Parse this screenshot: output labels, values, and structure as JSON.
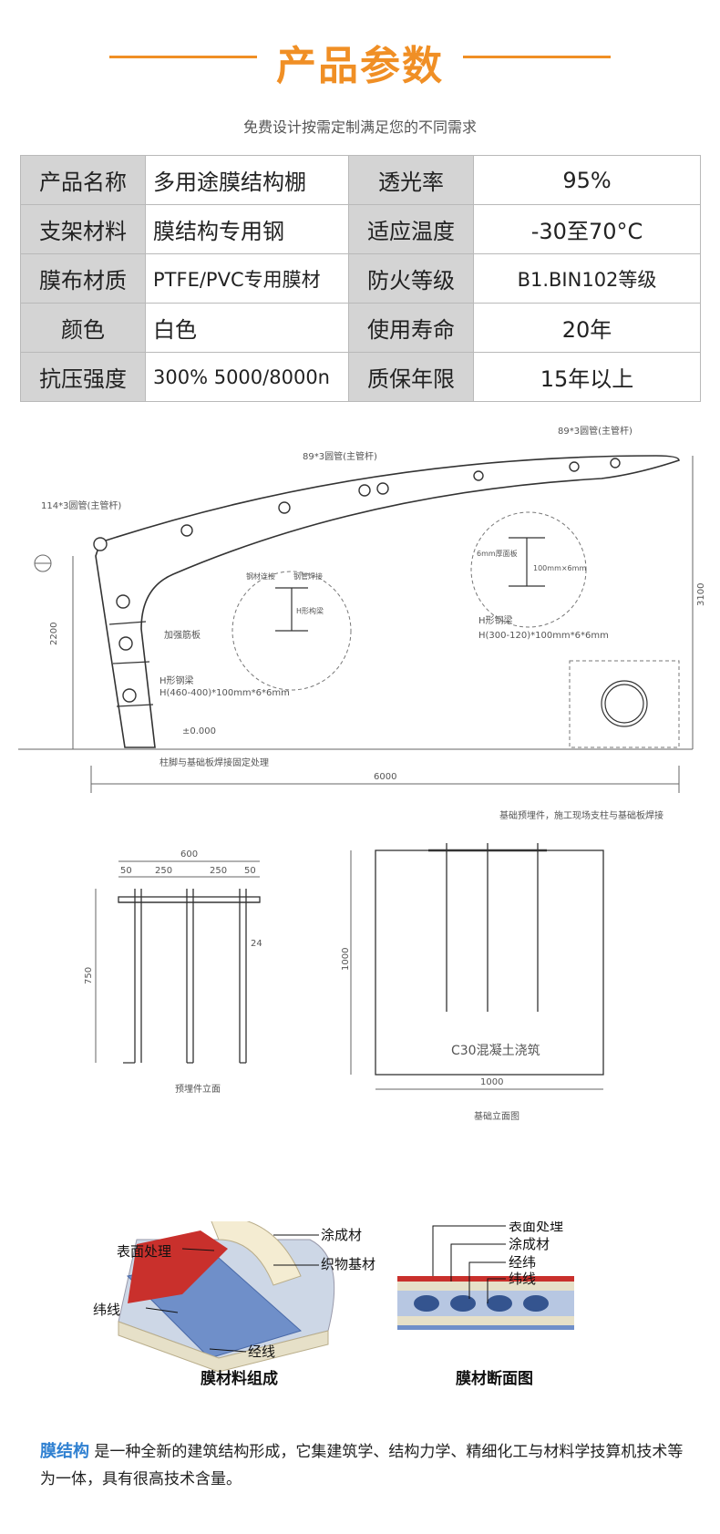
{
  "header": {
    "title": "产品参数",
    "subtitle": "免费设计按需定制满足您的不同需求",
    "accent_color": "#f08f25"
  },
  "params": [
    {
      "k1": "产品名称",
      "v1": "多用途膜结构棚",
      "k2": "透光率",
      "v2": "95%"
    },
    {
      "k1": "支架材料",
      "v1": "膜结构专用钢",
      "k2": "适应温度",
      "v2": "-30至70°C"
    },
    {
      "k1": "膜布材质",
      "v1": "PTFE/PVC专用膜材",
      "k2": "防火等级",
      "v2": "B1.BIN102等级"
    },
    {
      "k1": "颜色",
      "v1": "白色",
      "k2": "使用寿命",
      "v2": "20年"
    },
    {
      "k1": "抗压强度",
      "v1": "300% 5000/8000n",
      "k2": "质保年限",
      "v2": "15年以上"
    }
  ],
  "drawing": {
    "pipe_top_right": "89*3圆管(主管杆)",
    "pipe_top_mid": "89*3圆管(主管杆)",
    "pipe_left": "114*3圆管(主管杆)",
    "h_steel_right": "H形钢梁",
    "h_steel_right_spec": "H(300-120)*100mm*6*6mm",
    "h_steel_left": "H形钢梁",
    "h_steel_left_spec": "H(460-400)*100mm*6*6mm",
    "stiffener": "加强筋板",
    "elevation": "±0.000",
    "base_note": "柱脚与基础板焊接固定处理",
    "dim_span": "6000",
    "dim_height_left": "2200",
    "dim_height_right": "3100",
    "detail_left_1": "钢材连接",
    "detail_left_2": "钢管焊接",
    "detail_left_3": "H形构梁",
    "detail_right_1": "6mm厚面板",
    "detail_right_2": "100mm×6mm",
    "embed_top_note": "基础预埋件，施工现场支柱与基础板焊接",
    "embed_w": "600",
    "embed_d1": "50",
    "embed_d2": "250",
    "embed_d3": "250",
    "embed_d4": "50",
    "embed_h": "750",
    "embed_rod": "24",
    "embed_caption": "预埋件立面",
    "found_h": "1000",
    "found_w": "1000",
    "found_label": "C30混凝土浇筑",
    "found_caption": "基础立面图"
  },
  "layers": {
    "left_surface": "表面处理",
    "left_coating": "涂成材",
    "left_fabric": "织物基材",
    "left_weft": "纬线",
    "left_warp": "经线",
    "left_caption": "膜材料组成",
    "right_surface": "表面处理",
    "right_coating": "涂成材",
    "right_warp": "经纬",
    "right_weft": "纬线",
    "right_caption": "膜材断面图"
  },
  "footer": {
    "highlight": "膜结构",
    "text": " 是一种全新的建筑结构形成，它集建筑学、结构力学、精细化工与材料学技算机技术等为一体，具有很高技术含量。"
  }
}
